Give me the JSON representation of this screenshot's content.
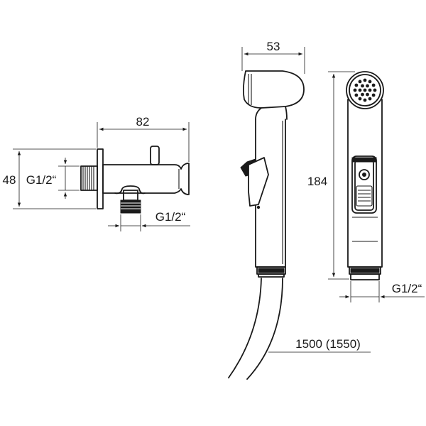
{
  "dimensions": {
    "bracket_width": "82",
    "bracket_height": "48",
    "bracket_thread_side": "G1/2“",
    "bracket_thread_bottom": "G1/2“",
    "handshower_width": "53",
    "handshower_length": "184",
    "handshower_thread": "G1/2“",
    "hose_length": "1500 (1550)"
  }
}
